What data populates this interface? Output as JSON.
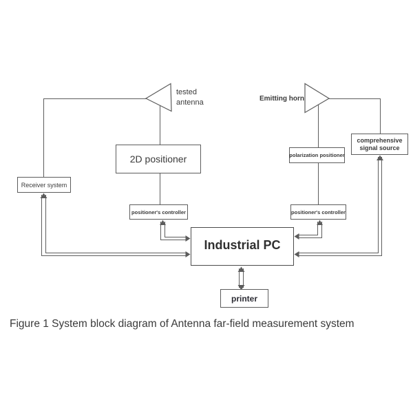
{
  "caption": "Figure 1 System block diagram of Antenna far-field measurement system",
  "diagram": {
    "colors": {
      "line": "#5c5c5c",
      "text": "#3a3a3a",
      "pc_border": "#4a4a4a",
      "background": "#ffffff"
    },
    "nodes": {
      "tested_antenna": {
        "line1": "tested",
        "line2": "antenna"
      },
      "emitting_horn": {
        "label": "Emitting horn"
      },
      "positioner_2d": {
        "label": "2D positioner"
      },
      "receiver_system": {
        "label": "Receiver system"
      },
      "controller_left": {
        "label": "positioner's controller"
      },
      "polarization_positioner": {
        "label": "polarization positioner"
      },
      "controller_right": {
        "label": "positioner's controller"
      },
      "signal_source": {
        "line1": "comprehensive",
        "line2": "signal source"
      },
      "industrial_pc": {
        "label": "Industrial PC"
      },
      "printer": {
        "label": "printer"
      }
    }
  }
}
